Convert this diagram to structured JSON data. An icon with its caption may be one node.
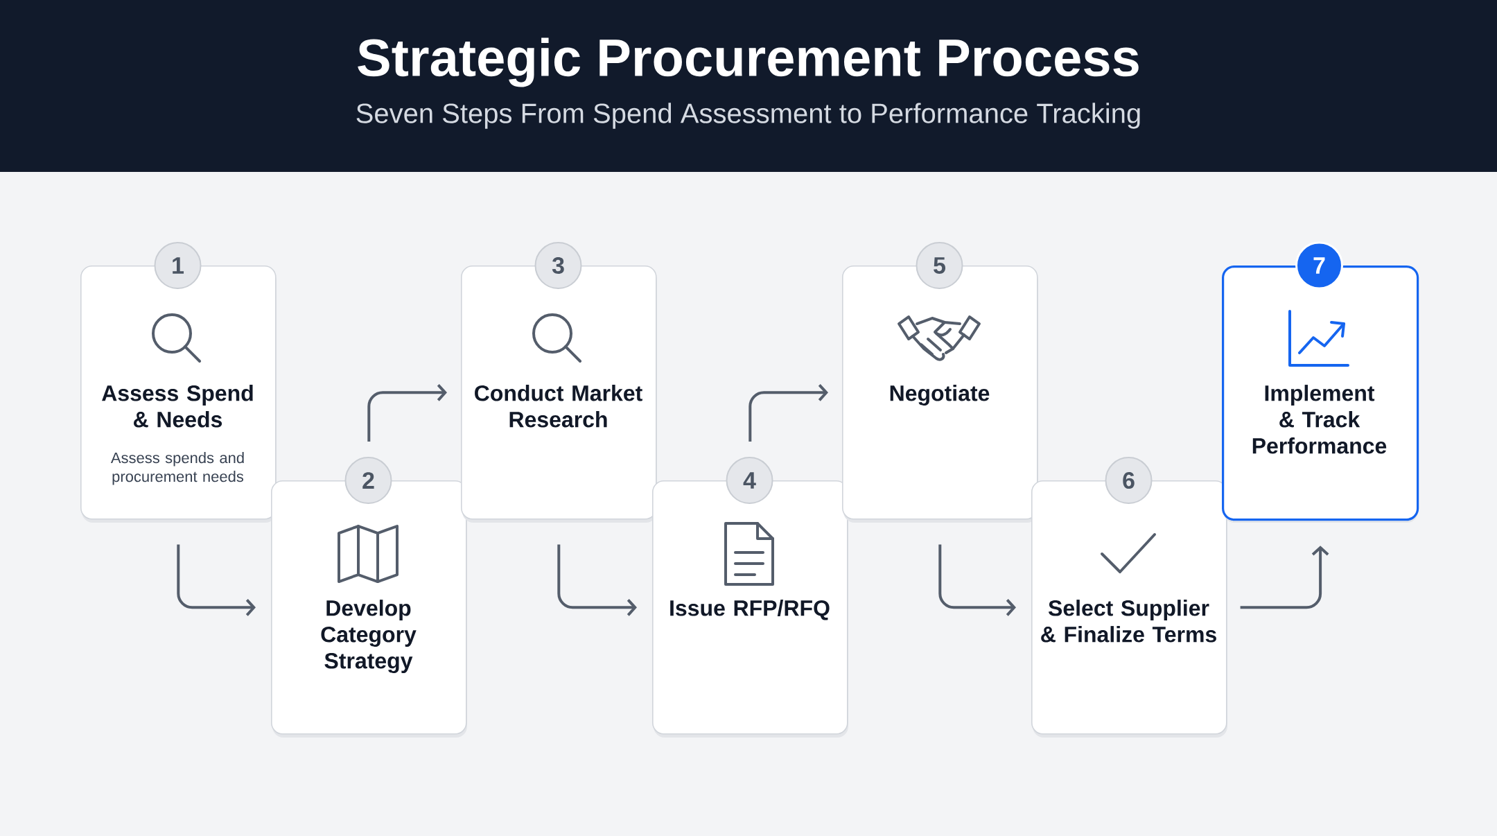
{
  "diagram": {
    "title": "Strategic Procurement Process",
    "caption": "Seven Steps From Spend Assessment to Performance Tracking",
    "nodes": [
      {
        "text": [
          "1",
          "Assess Spend & Needs",
          "Assess spends and procurement needs"
        ]
      },
      {
        "text": [
          "2",
          "Develop Category Strategy"
        ]
      },
      {
        "text": [
          "3",
          "Conduct Market Research"
        ]
      },
      {
        "text": [
          "4",
          "Issue RFP/RFQ"
        ]
      },
      {
        "text": [
          "5",
          "Negotiate"
        ]
      },
      {
        "text": [
          "6",
          "Select Supplier & Finalize Terms"
        ]
      },
      {
        "text": [
          "7",
          "Implement & Track Performance"
        ]
      }
    ],
    "edges": [
      {
        "from": 0,
        "to": 1,
        "arrow": "to"
      },
      {
        "from": 1,
        "to": 2,
        "arrow": "to"
      },
      {
        "from": 2,
        "to": 3,
        "arrow": "to"
      },
      {
        "from": 3,
        "to": 4,
        "arrow": "to"
      },
      {
        "from": 4,
        "to": 5,
        "arrow": "to"
      },
      {
        "from": 5,
        "to": 6,
        "arrow": "to"
      }
    ]
  }
}
